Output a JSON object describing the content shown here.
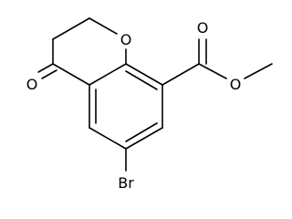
{
  "molecule": {
    "atoms": {
      "ring_oxygen": "O",
      "ketone_oxygen": "O",
      "carbonyl_oxygen": "O",
      "ester_oxygen": "O",
      "bromine": "Br"
    }
  }
}
